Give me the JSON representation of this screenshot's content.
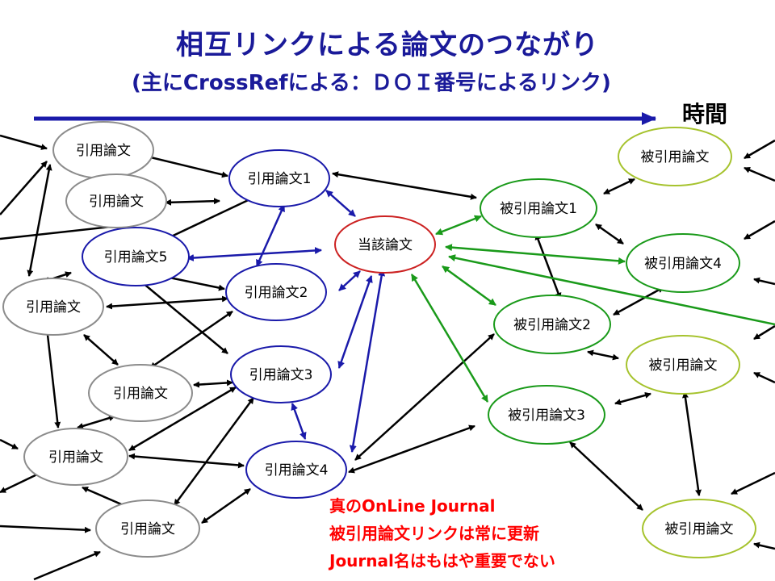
{
  "title": "相互リンクによる論文のつながり",
  "subtitle": "(主にCrossRefによる：ＤＯＩ番号によるリンク)",
  "time_label": "時間",
  "colors": {
    "citing_numbered": "#1a1aaa",
    "cited_numbered": "#1a9a1a",
    "gray": "#8c8c8c",
    "lightgreen": "#a6c32e",
    "central": "#cc2222",
    "title": "#1a1a99",
    "note": "#ff0000"
  },
  "nodes": {
    "target": "当該論文",
    "citing1": "引用論文1",
    "citing2": "引用論文2",
    "citing3": "引用論文3",
    "citing4": "引用論文4",
    "citing5": "引用論文5",
    "cited1": "被引用論文1",
    "cited2": "被引用論文2",
    "cited3": "被引用論文3",
    "cited4": "被引用論文4",
    "citing_a": "引用論文",
    "citing_b": "引用論文",
    "citing_c": "引用論文",
    "citing_d": "引用論文",
    "citing_e": "引用論文",
    "citing_f": "引用論文",
    "cited_a": "被引用論文",
    "cited_b": "被引用論文",
    "cited_c": "被引用論文"
  },
  "note": {
    "line1": "真のOnLine Journal",
    "line2": "被引用論文リンクは常に更新",
    "line3": "Journal名はもはや重要でない"
  }
}
